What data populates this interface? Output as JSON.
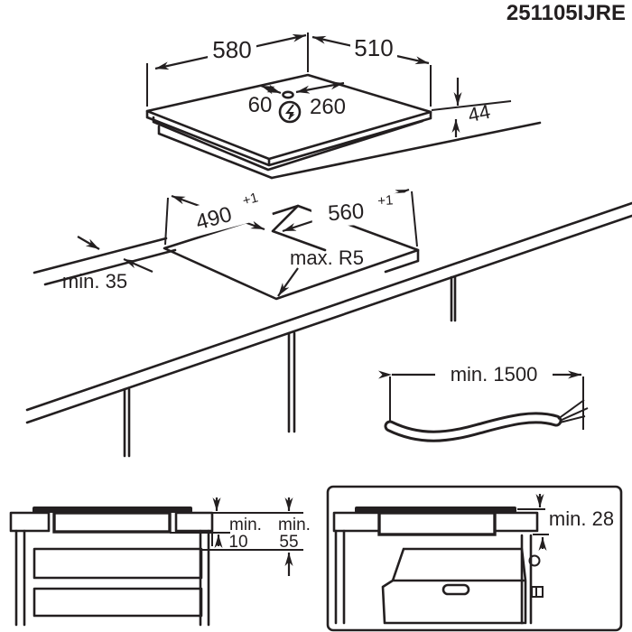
{
  "part_number": "251105IJRE",
  "colors": {
    "line": "#231f20",
    "background": "#ffffff"
  },
  "top_view": {
    "width": "580",
    "depth": "510",
    "height": "44",
    "cable_offset_left": "60",
    "cable_offset_right": "260",
    "power_icon": "electrical-connection-lightning"
  },
  "cutout": {
    "depth": "490",
    "depth_tolerance": "+1",
    "width": "560",
    "width_tolerance": "+1",
    "corner_radius": "max. R5",
    "front_clearance": "min. 35"
  },
  "cable": {
    "length": "min. 1500"
  },
  "section_drawer": {
    "gap_label": "min.",
    "gap_value": "10",
    "depth_label": "min.",
    "depth_value": "55"
  },
  "section_oven": {
    "clearance": "min. 28"
  }
}
